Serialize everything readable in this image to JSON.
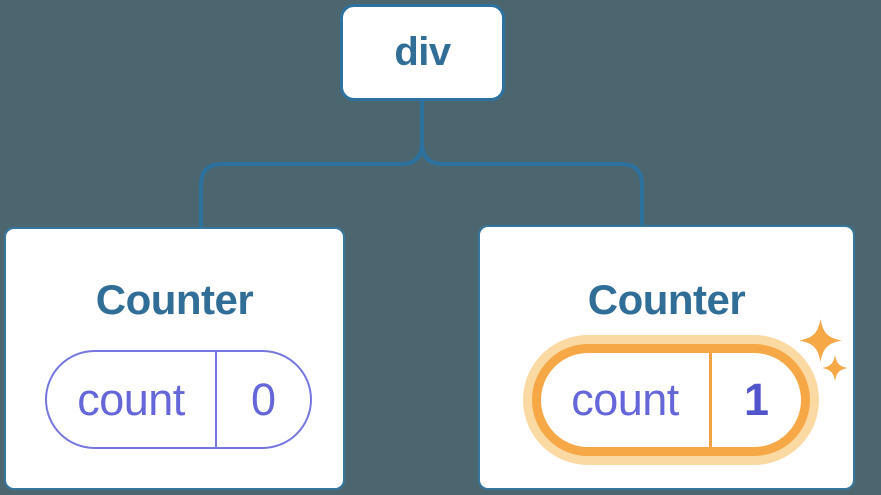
{
  "tree": {
    "root_label": "div",
    "nodes": [
      {
        "title": "Counter",
        "state_key": "count",
        "state_value": "0",
        "highlighted": false
      },
      {
        "title": "Counter",
        "state_key": "count",
        "state_value": "1",
        "highlighted": true
      }
    ]
  },
  "icons": {
    "sparkles": "four-point-star-sparkles"
  },
  "colors": {
    "background": "#4C6670",
    "connector_blue": "#2D719E",
    "node_border_blue": "#2D719E",
    "card_border_blue": "#35779F",
    "title_blue": "#306E98",
    "pill_border_purple": "#7577DF",
    "pill_text_purple": "#6466D9",
    "pill_value_bold_purple": "#5254CB",
    "highlight_orange": "#F5A845",
    "highlight_glow_orange": "#FBD9A2",
    "card_background": "#FFFFFF"
  }
}
